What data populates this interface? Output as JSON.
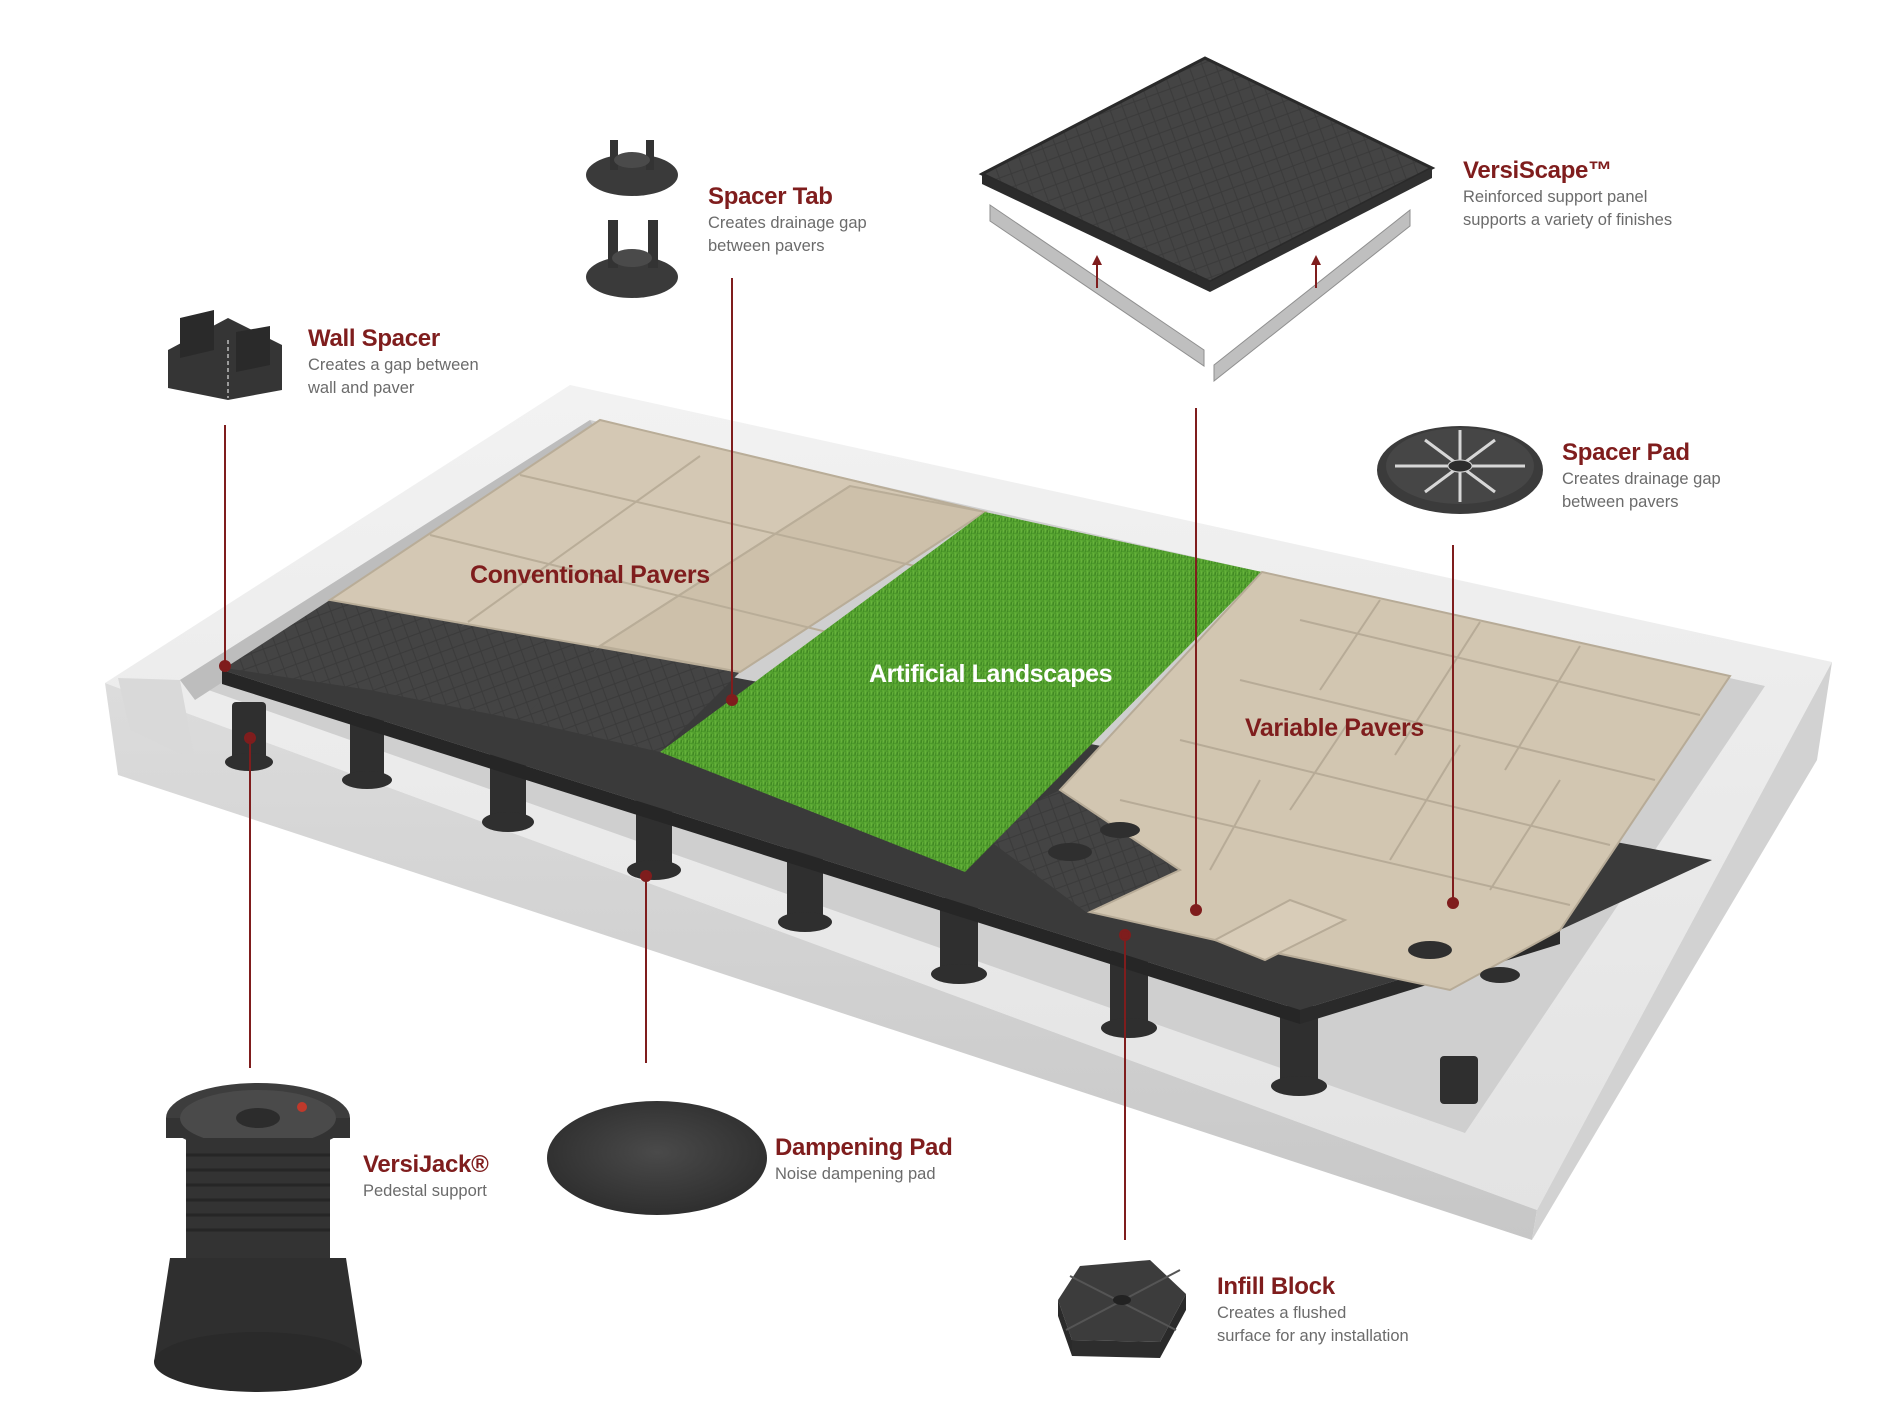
{
  "colors": {
    "accent_red": "#7f1d1d",
    "description_gray": "#6b6b6b",
    "concrete": "#e9e9e9",
    "tile_beige": "#cfc3af",
    "turf_green": "#4e9a2c",
    "plastic_dark": "#3d3d3d"
  },
  "area_labels": {
    "conventional": "Conventional Pavers",
    "artificial": "Artificial Landscapes",
    "variable": "Variable Pavers"
  },
  "callouts": {
    "spacer_tab": {
      "title": "Spacer Tab",
      "desc": [
        "Creates drainage gap",
        "between pavers"
      ],
      "icon": "spacer-tab-icon"
    },
    "versiscape": {
      "title": "VersiScape™",
      "desc": [
        "Reinforced support panel",
        "supports a variety of finishes"
      ],
      "icon": "support-panel-icon"
    },
    "wall_spacer": {
      "title": "Wall Spacer",
      "desc": [
        "Creates a gap between",
        "wall and paver"
      ],
      "icon": "wall-spacer-icon"
    },
    "spacer_pad": {
      "title": "Spacer Pad",
      "desc": [
        "Creates drainage gap",
        "between pavers"
      ],
      "icon": "spacer-pad-icon"
    },
    "versijack": {
      "title": "VersiJack®",
      "desc": [
        "Pedestal support"
      ],
      "icon": "pedestal-icon"
    },
    "dampening_pad": {
      "title": "Dampening Pad",
      "desc": [
        "Noise dampening pad"
      ],
      "icon": "dampening-pad-icon"
    },
    "infill_block": {
      "title": "Infill Block",
      "desc": [
        "Creates a flushed",
        "surface for any installation"
      ],
      "icon": "infill-block-icon"
    }
  }
}
